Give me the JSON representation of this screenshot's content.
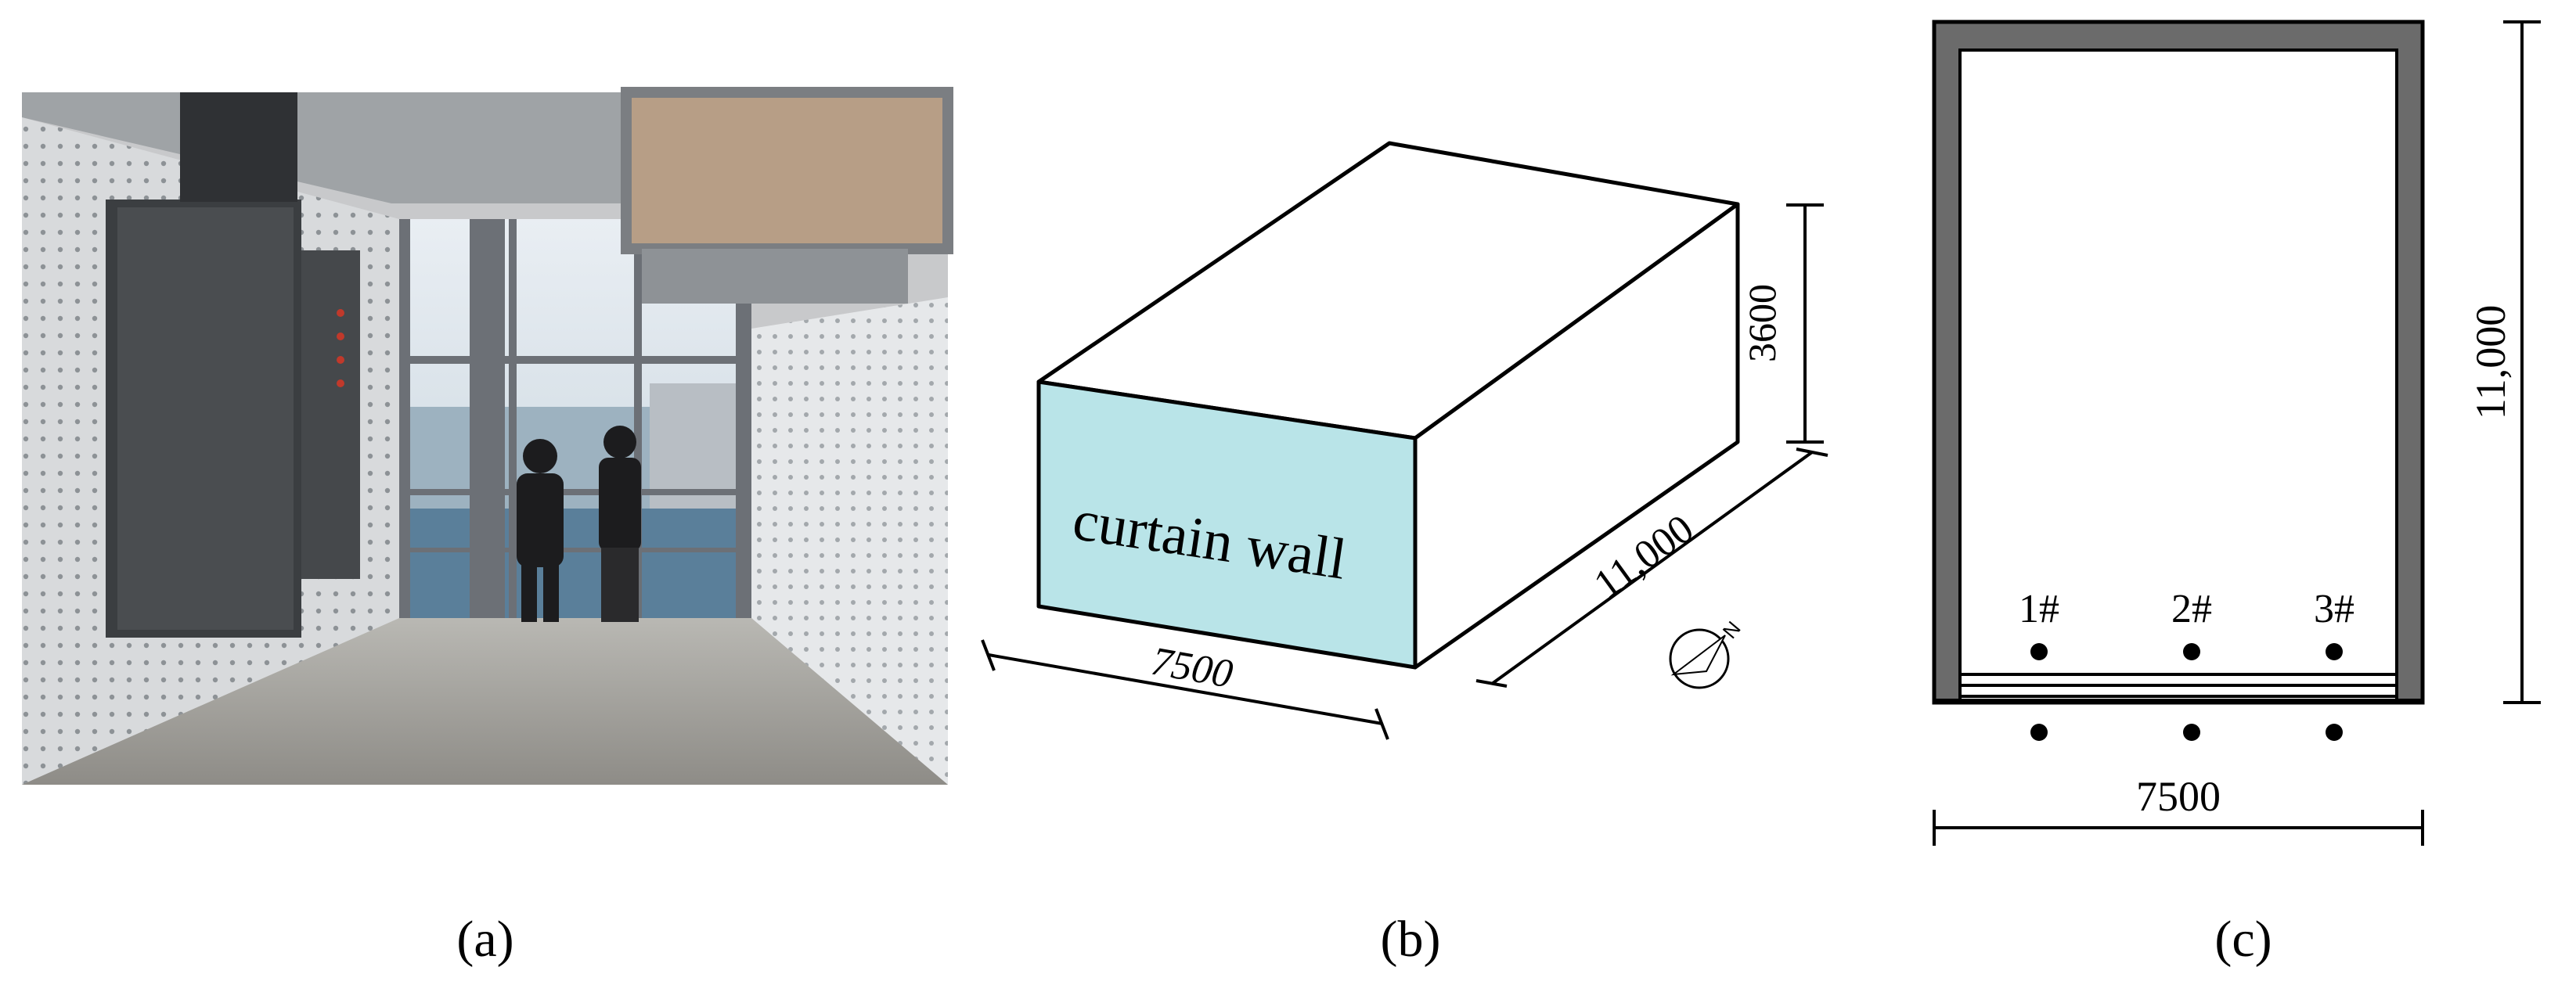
{
  "panel_a": {
    "caption": "(a)",
    "description_photo": "photo"
  },
  "panel_b": {
    "caption": "(b)",
    "face_label": "curtain wall",
    "dim_width": "7500",
    "dim_depth": "11,000",
    "dim_height": "3600",
    "icon": "compass-north-icon",
    "north_letter": "N",
    "face_color": "#b9e4e8"
  },
  "panel_c": {
    "caption": "(c)",
    "points": [
      "1#",
      "2#",
      "3#"
    ],
    "dim_width": "7500",
    "dim_depth": "11,000",
    "wall_color": "#6b6b6b"
  }
}
